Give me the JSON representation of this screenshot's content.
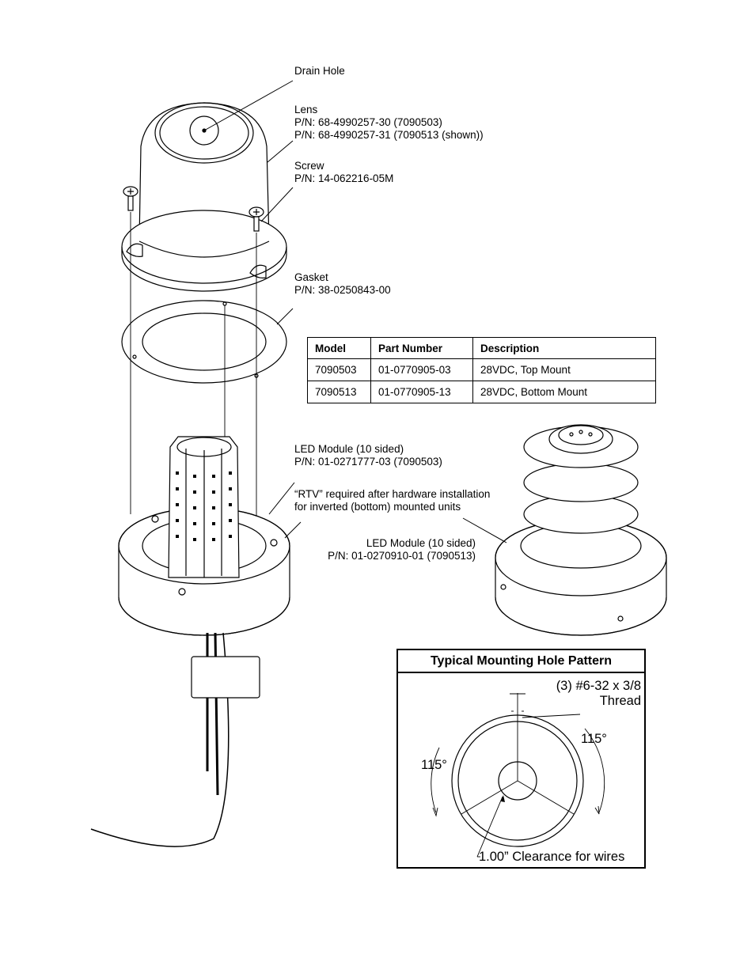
{
  "callouts": {
    "drain_hole": "Drain Hole",
    "lens": {
      "title": "Lens",
      "pn1": "P/N: 68-4990257-30 (7090503)",
      "pn2": "P/N: 68-4990257-31 (7090513 (shown))"
    },
    "screw": {
      "title": "Screw",
      "pn": "P/N: 14-062216-05M"
    },
    "gasket": {
      "title": "Gasket",
      "pn": "P/N: 38-0250843-00"
    },
    "led_top": {
      "title": "LED Module (10 sided)",
      "pn": "P/N: 01-0271777-03 (7090503)"
    },
    "rtv": {
      "line1": "“RTV” required after hardware installation",
      "line2": "for inverted (bottom) mounted units"
    },
    "led_bottom": {
      "title": "LED Module (10 sided)",
      "pn": "P/N: 01-0270910-01 (7090513)"
    }
  },
  "parts_table": {
    "headers": [
      "Model",
      "Part Number",
      "Description"
    ],
    "rows": [
      [
        "7090503",
        "01-0770905-03",
        "28VDC, Top Mount"
      ],
      [
        "7090513",
        "01-0770905-13",
        "28VDC, Bottom Mount"
      ]
    ]
  },
  "mounting_pattern": {
    "title": "Typical Mounting Hole Pattern",
    "thread_line1": "(3) #6-32 x 3/8",
    "thread_line2": "Thread",
    "angle_right": "115°",
    "angle_left": "115°",
    "clearance": "1.00” Clearance for wires"
  }
}
